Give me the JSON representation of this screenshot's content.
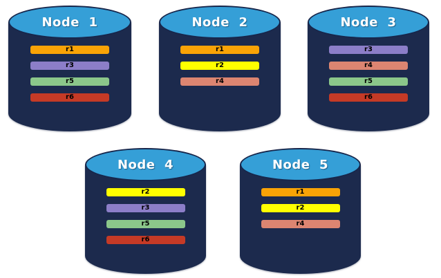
{
  "diagram": {
    "background": "#FFFFFF",
    "colors": {
      "cylinder_body": "#1C2A4D",
      "cylinder_outline": "#17264B",
      "cylinder_top": "#359FD7",
      "node_label_text": "#FFFFFF",
      "bar_label_text": "#000000"
    },
    "replica_colors": {
      "r1": "#F9A306",
      "r2": "#FFFF00",
      "r3": "#8C7EC8",
      "r4": "#DC8571",
      "r5": "#8BC78A",
      "r6": "#C53A26"
    },
    "nodes": [
      {
        "label": "Node  1",
        "replicas": [
          "r1",
          "r3",
          "r5",
          "r6"
        ]
      },
      {
        "label": "Node  2",
        "replicas": [
          "r1",
          "r2",
          "r4"
        ]
      },
      {
        "label": "Node  3",
        "replicas": [
          "r3",
          "r4",
          "r5",
          "r6"
        ]
      },
      {
        "label": "Node  4",
        "replicas": [
          "r2",
          "r3",
          "r5",
          "r6"
        ]
      },
      {
        "label": "Node  5",
        "replicas": [
          "r1",
          "r2",
          "r4"
        ]
      }
    ]
  }
}
